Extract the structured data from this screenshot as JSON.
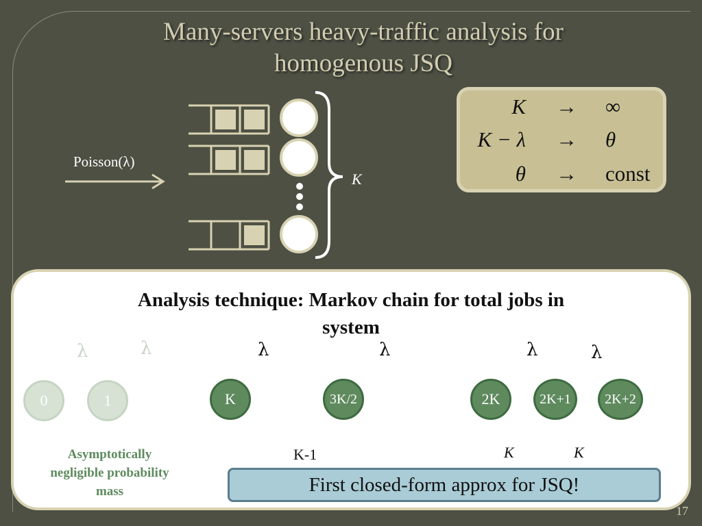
{
  "slide": {
    "title_line1": "Many-servers heavy-traffic analysis for",
    "title_line2": "homogenous JSQ",
    "page_number": "17"
  },
  "top_figure": {
    "arrival_label": "Poisson(λ)",
    "servers_label": "K",
    "math": [
      {
        "lhs": "K",
        "arrow": "→",
        "rhs": "∞"
      },
      {
        "lhs": "K − λ",
        "arrow": "→",
        "rhs": "θ"
      },
      {
        "lhs": "θ",
        "arrow": "→",
        "rhs": "const"
      }
    ]
  },
  "panel": {
    "title_line1": "Analysis technique: Markov chain for total jobs in",
    "title_line2": "system",
    "states": {
      "s0": "0",
      "s1": "1",
      "sK": "K",
      "s3K2": "3K/2",
      "s2K": "2K",
      "s2K1": "2K+1",
      "s2K2": "2K+2"
    },
    "lambda": "λ",
    "back_label_1": "K-1",
    "back_label_2": "K",
    "back_label_3": "K",
    "negligible_text": "Asymptotically negligible probability mass",
    "callout": "First closed-form approx for JSQ!"
  },
  "colors": {
    "background": "#4d5043",
    "title": "#d2cdb0",
    "state_fill": "#5e8a5e",
    "state_faded": "#d7e2d5",
    "math_box": "#c8bf94",
    "callout": "#a9ccd6"
  }
}
